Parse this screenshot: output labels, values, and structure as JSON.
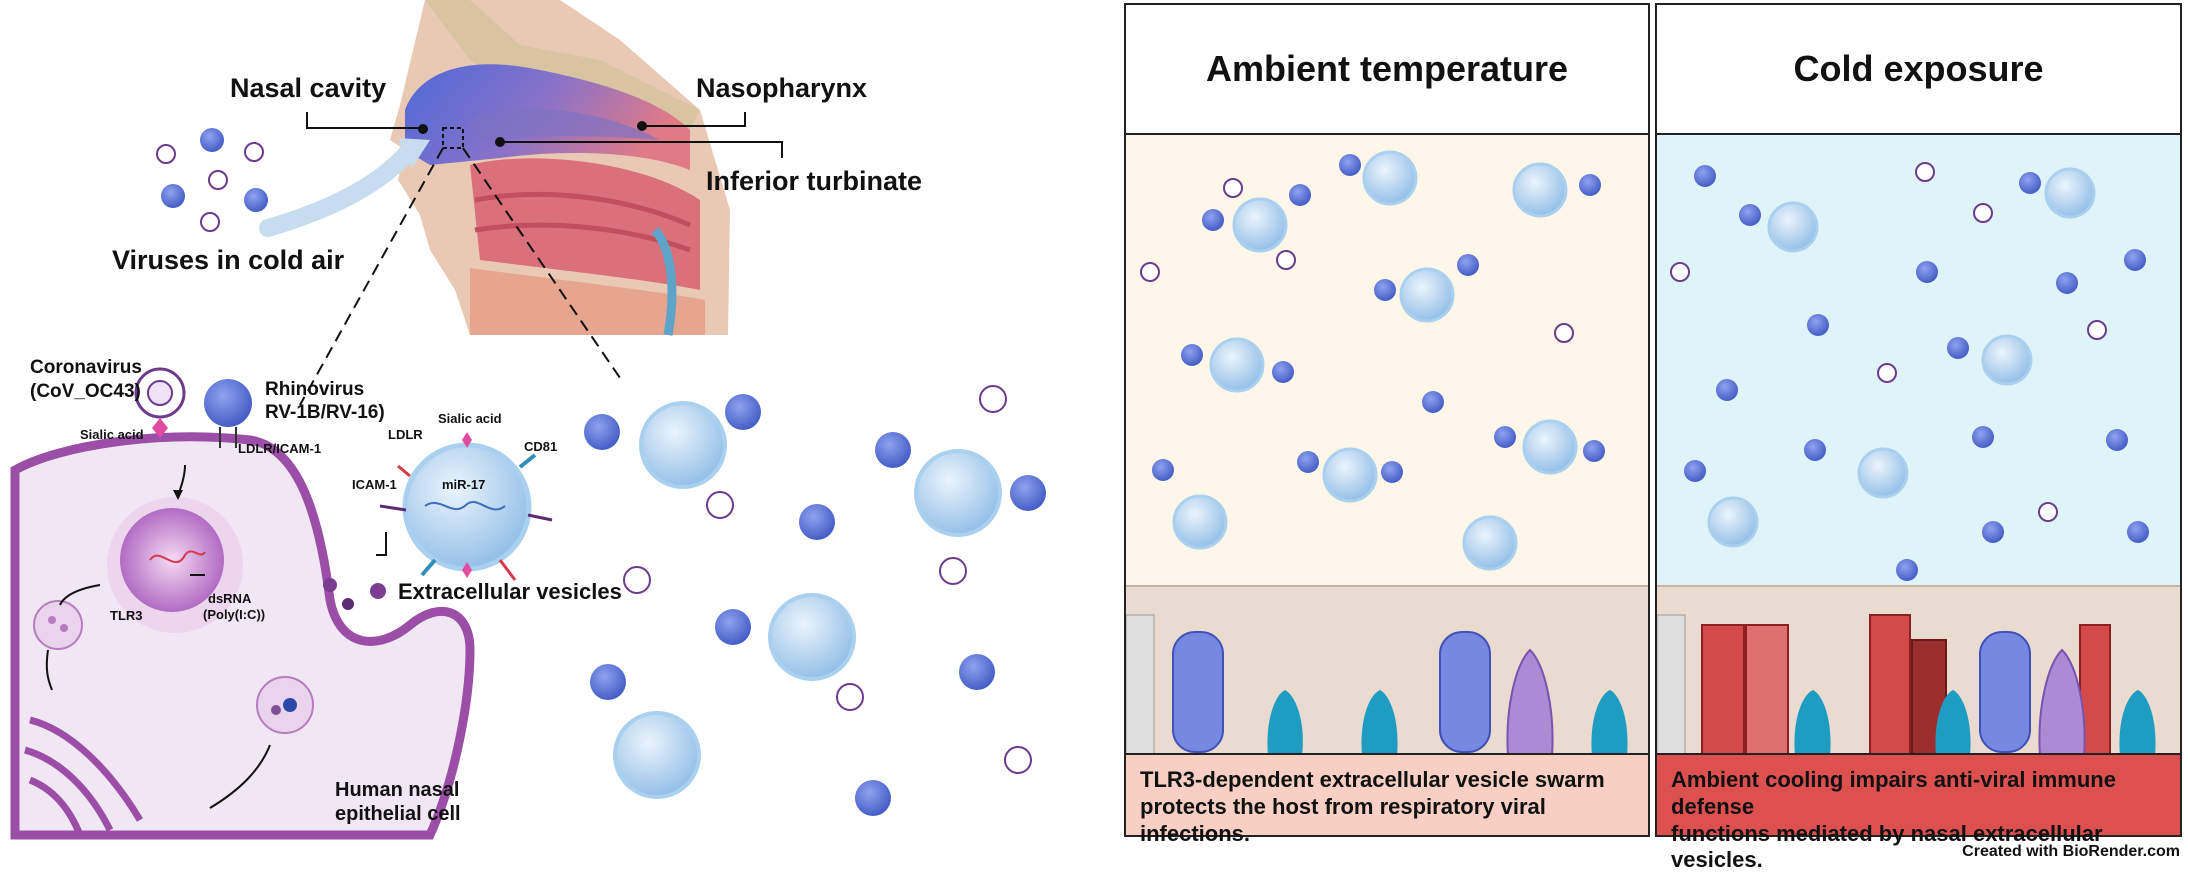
{
  "left_figure": {
    "labels": {
      "nasal_cavity": "Nasal cavity",
      "nasopharynx": "Nasopharynx",
      "inferior_turbinate": "Inferior turbinate",
      "viruses_in_cold_air": "Viruses in cold air",
      "coronavirus_line1": "Coronavirus",
      "coronavirus_line2": "(CoV_OC43)",
      "rhinovirus_line1": "Rhinovirus",
      "rhinovirus_line2": "RV-1B/RV-16)",
      "sialic_acid_cell": "Sialic acid",
      "ldlr_icam_cell": "LDLR/ICAM-1",
      "ldlr": "LDLR",
      "sialic_acid_ev": "Sialic acid",
      "cd81": "CD81",
      "icam1": "ICAM-1",
      "mir17": "miR-17",
      "dsrna_line1": "dsRNA",
      "dsrna_line2": "(Poly(I:C))",
      "tlr3": "TLR3",
      "extracellular_vesicles": "Extracellular vesicles",
      "cell_line1": "Human nasal",
      "cell_line2": "epithelial cell"
    }
  },
  "panels": {
    "ambient": {
      "title": "Ambient temperature",
      "caption_line1": "TLR3-dependent extracellular vesicle swarm",
      "caption_line2": "protects the host from respiratory viral infections."
    },
    "cold": {
      "title": "Cold exposure",
      "caption_line1": "Ambient cooling impairs anti-viral immune defense",
      "caption_line2": "functions mediated by nasal extracellular vesicles."
    }
  },
  "credit": "Created with BioRender.com",
  "colors": {
    "ambient_bg": "#fdf6e9",
    "cold_bg": "#dff4f8",
    "ambient_caption_bg": "#f7cfc3",
    "cold_caption_bg": "#dc5050",
    "virus": "#5a74d8",
    "coronavirus": "#6b3c8c",
    "vesicle": "#b8d8f2",
    "cell_membrane": "#9a4ea6"
  }
}
